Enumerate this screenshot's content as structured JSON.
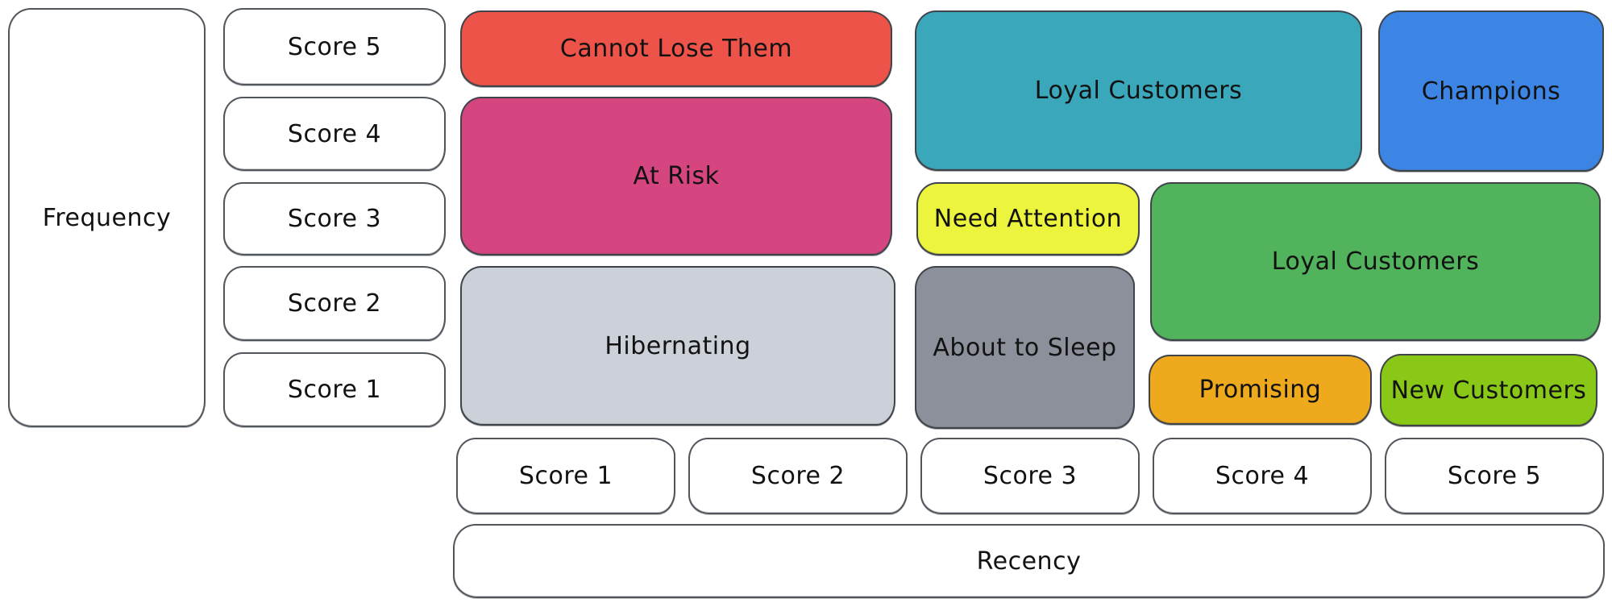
{
  "diagram": {
    "type": "rfm-segmentation-matrix",
    "axes": {
      "frequency_label": "Frequency",
      "recency_label": "Recency"
    },
    "frequency_scores": [
      {
        "label": "Score 5",
        "value": 5
      },
      {
        "label": "Score 4",
        "value": 4
      },
      {
        "label": "Score 3",
        "value": 3
      },
      {
        "label": "Score 2",
        "value": 2
      },
      {
        "label": "Score 1",
        "value": 1
      }
    ],
    "recency_scores": [
      {
        "label": "Score 1",
        "value": 1
      },
      {
        "label": "Score 2",
        "value": 2
      },
      {
        "label": "Score 3",
        "value": 3
      },
      {
        "label": "Score 4",
        "value": 4
      },
      {
        "label": "Score 5",
        "value": 5
      }
    ],
    "segments": [
      {
        "id": "cannot-lose-them",
        "label": "Cannot Lose Them",
        "color": "#ee5349",
        "recency_span": "1-2",
        "frequency_span": "5"
      },
      {
        "id": "at-risk",
        "label": "At Risk",
        "color": "#d54680",
        "recency_span": "1-2",
        "frequency_span": "3-4"
      },
      {
        "id": "hibernating",
        "label": "Hibernating",
        "color": "#ccd1d9",
        "recency_span": "1-2",
        "frequency_span": "1-2"
      },
      {
        "id": "loyal-customers-top",
        "label": "Loyal Customers",
        "color": "#3ba7bb",
        "recency_span": "3-4",
        "frequency_span": "4-5"
      },
      {
        "id": "champions",
        "label": "Champions",
        "color": "#3d85e5",
        "recency_span": "5",
        "frequency_span": "4-5"
      },
      {
        "id": "need-attention",
        "label": "Need Attention",
        "color": "#ecf43d",
        "recency_span": "3",
        "frequency_span": "3"
      },
      {
        "id": "loyal-customers-right",
        "label": "Loyal Customers",
        "color": "#52b35d",
        "recency_span": "4-5",
        "frequency_span": "2-3"
      },
      {
        "id": "about-to-sleep",
        "label": "About to Sleep",
        "color": "#8b909a",
        "recency_span": "3",
        "frequency_span": "1-2"
      },
      {
        "id": "promising",
        "label": "Promising",
        "color": "#eea91d",
        "recency_span": "4",
        "frequency_span": "1"
      },
      {
        "id": "new-customers",
        "label": "New Customers",
        "color": "#8ac818",
        "recency_span": "5",
        "frequency_span": "1"
      }
    ]
  }
}
